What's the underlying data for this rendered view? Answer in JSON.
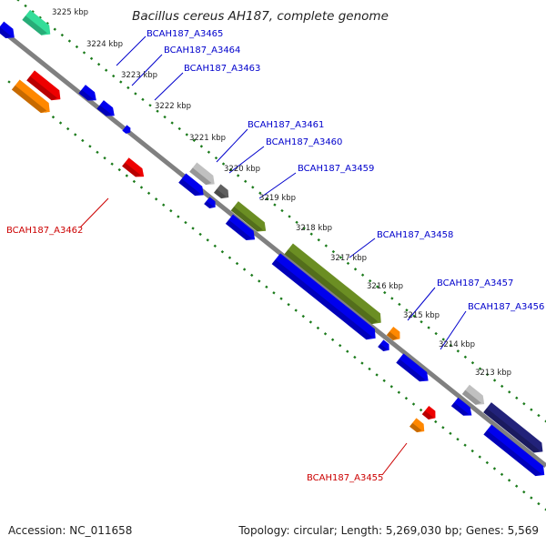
{
  "title": "Bacillus cereus AH187, complete genome",
  "footer": {
    "accession": "Accession: NC_011658",
    "summary": "Topology: circular; Length: 5,269,030 bp; Genes: 5,569"
  },
  "kbp_ticks": [
    "3225 kbp",
    "3224 kbp",
    "3223 kbp",
    "3222 kbp",
    "3221 kbp",
    "3220 kbp",
    "3219 kbp",
    "3218 kbp",
    "3217 kbp",
    "3216 kbp",
    "3215 kbp",
    "3214 kbp",
    "3213 kbp"
  ],
  "gene_labels": [
    "BCAH187_A3465",
    "BCAH187_A3464",
    "BCAH187_A3463",
    "BCAH187_A3461",
    "BCAH187_A3460",
    "BCAH187_A3459",
    "BCAH187_A3458",
    "BCAH187_A3457",
    "BCAH187_A3456",
    "BCAH187_A3462",
    "BCAH187_A3455"
  ],
  "colors": {
    "forward_label": "#0000cc",
    "reverse_label": "#cc0000",
    "backbone": "#808080",
    "tick_marks": "#1a7a1a",
    "cds": "#0000ee",
    "red_gene": "#ee0000",
    "orange_gene": "#ff8800",
    "olive_gene": "#6b8e23",
    "teal_gene": "#33dd99",
    "grey_gene": "#c0c0c0",
    "dark_grey_gene": "#606060",
    "navy_gene": "#22227a"
  }
}
